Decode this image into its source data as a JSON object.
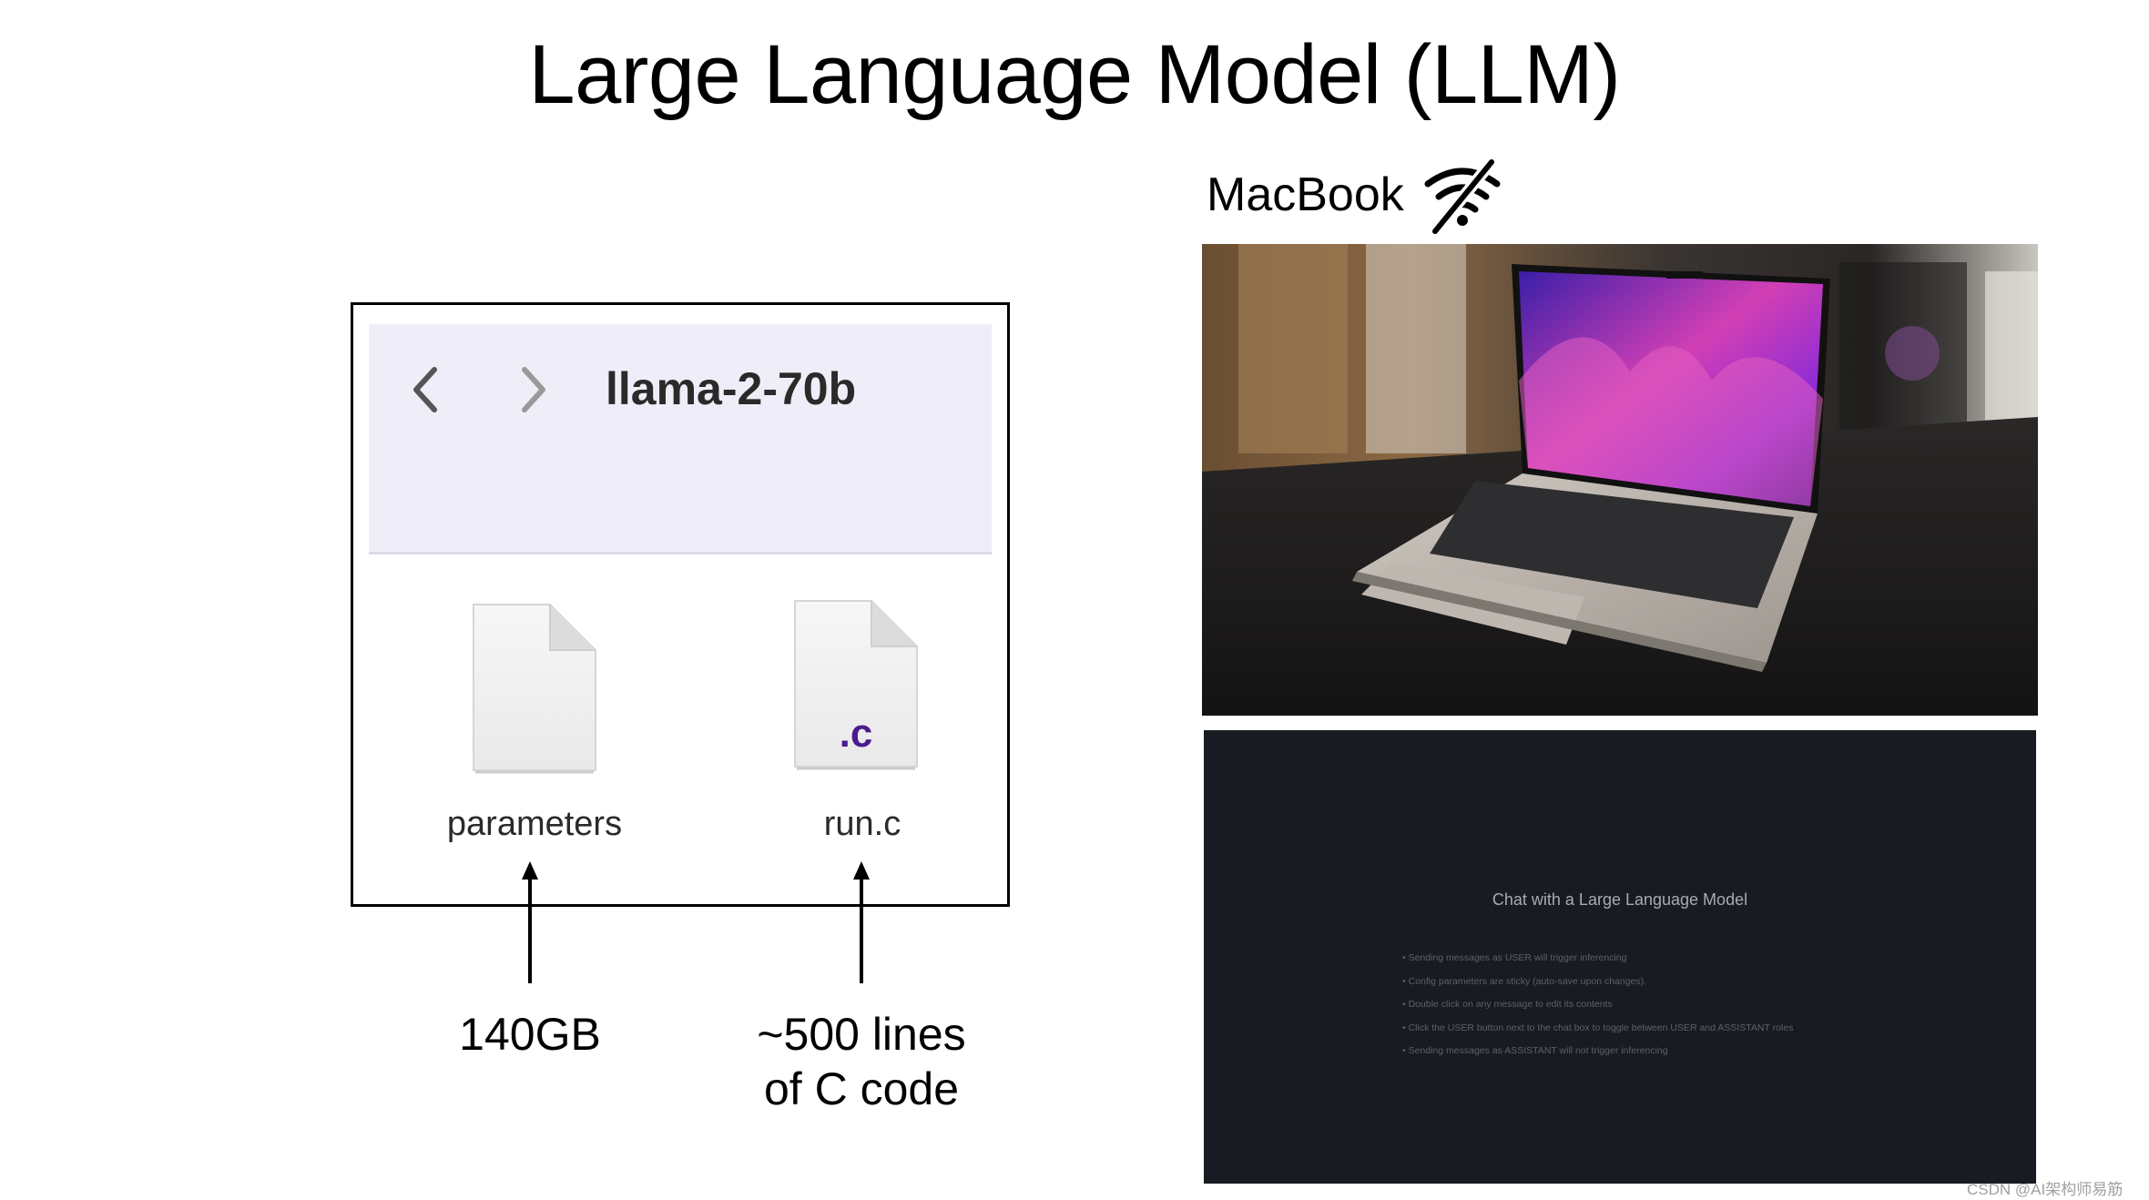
{
  "slide": {
    "title": "Large Language Model (LLM)"
  },
  "finder": {
    "folder_name": "llama-2-70b",
    "back_icon": "chevron-left-icon",
    "forward_icon": "chevron-right-icon",
    "files": [
      {
        "name": "parameters",
        "icon": "blank-document-icon",
        "badge": ""
      },
      {
        "name": "run.c",
        "icon": "c-source-file-icon",
        "badge": ".c"
      }
    ]
  },
  "annotations": {
    "parameters_size": "140GB",
    "run_c_line1": "~500 lines",
    "run_c_line2": "of C code"
  },
  "device": {
    "label": "MacBook",
    "icon": "wifi-off-icon"
  },
  "chat_app": {
    "title": "Chat with a Large Language Model",
    "instructions": [
      "Sending messages as USER will trigger inferencing",
      "Config parameters are sticky (auto-save upon changes).",
      "Double click on any message to edit its contents",
      "Click the USER button next to the chat box to toggle between USER and ASSISTANT roles",
      "Sending messages as ASSISTANT will not trigger inferencing"
    ]
  },
  "watermark": "CSDN @AI架构师易筋",
  "colors": {
    "toolbar_bg": "#efedf7",
    "chat_bg": "#191b22",
    "c_badge": "#4b1a8f"
  }
}
